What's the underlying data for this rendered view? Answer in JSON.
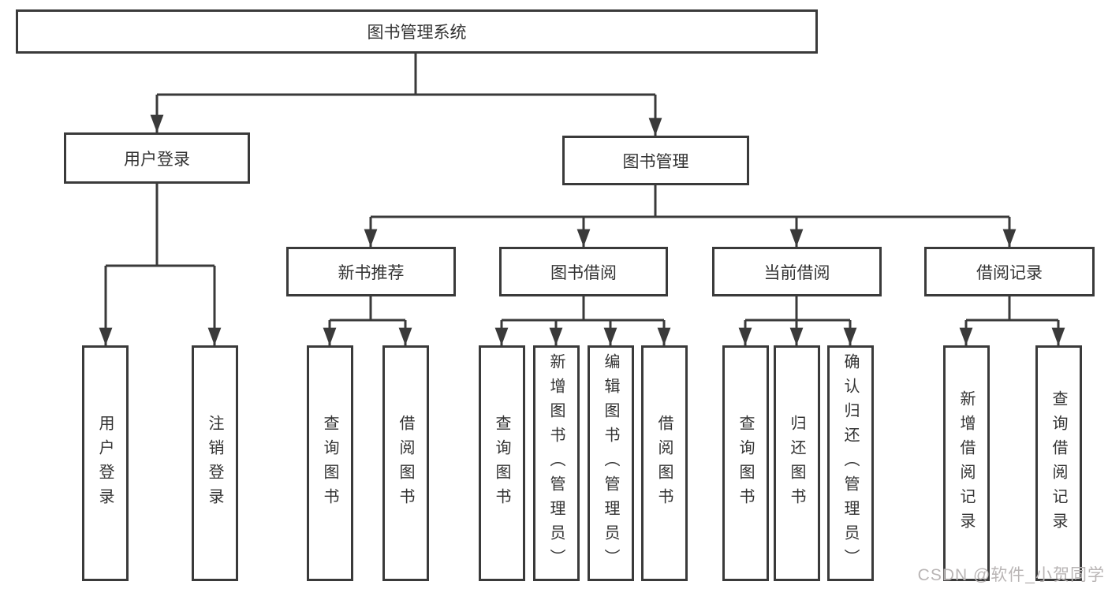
{
  "tree": {
    "label": "图书管理系统",
    "children": [
      {
        "label": "用户登录",
        "children": [
          {
            "label": "用户登录"
          },
          {
            "label": "注销登录"
          }
        ]
      },
      {
        "label": "图书管理",
        "children": [
          {
            "label": "新书推荐",
            "children": [
              {
                "label": "查询图书"
              },
              {
                "label": "借阅图书"
              }
            ]
          },
          {
            "label": "图书借阅",
            "children": [
              {
                "label": "查询图书"
              },
              {
                "label": "新增图书（管理员）"
              },
              {
                "label": "编辑图书（管理员）"
              },
              {
                "label": "借阅图书"
              }
            ]
          },
          {
            "label": "当前借阅",
            "children": [
              {
                "label": "查询图书"
              },
              {
                "label": "归还图书"
              },
              {
                "label": "确认归还（管理员）"
              }
            ]
          },
          {
            "label": "借阅记录",
            "children": [
              {
                "label": "新增借阅记录"
              },
              {
                "label": "查询借阅记录"
              }
            ]
          }
        ]
      }
    ]
  },
  "watermark": "CSDN @软件_小贺同学",
  "colors": {
    "line": "#3a3a3a",
    "text": "#333333",
    "watermark": "#b9b5b5",
    "background": "#ffffff"
  }
}
